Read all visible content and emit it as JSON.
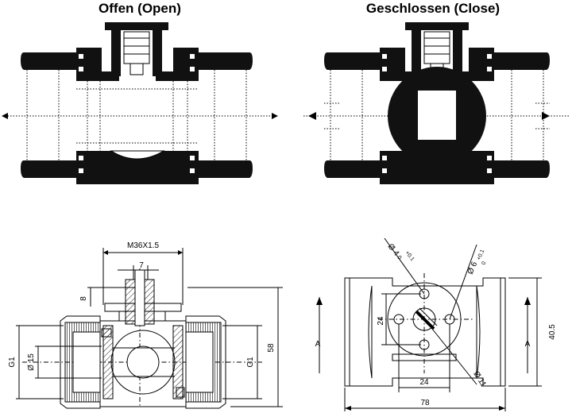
{
  "titles": {
    "open": "Offen (Open)",
    "close": "Geschlossen (Close)"
  },
  "dims_side": {
    "thread": "M36X1.5",
    "stem_width": "7",
    "flange_height": "8",
    "port_thread_left": "G1",
    "port_thread_right": "G1",
    "bore": "Ø 15",
    "total_height": "58"
  },
  "dims_top": {
    "hole_small": "Ø 4",
    "hole_small_tol_upper": "+0.1",
    "hole_small_tol_lower": "0",
    "hole_mid": "Ø 6",
    "hole_mid_tol_upper": "+0.1",
    "hole_mid_tol_lower": "0",
    "hole_large": "Ø 11",
    "pitch_vertical": "24",
    "pitch_horizontal": "24",
    "height": "40.5",
    "length": "78",
    "section_left": "A",
    "section_right": "A"
  }
}
